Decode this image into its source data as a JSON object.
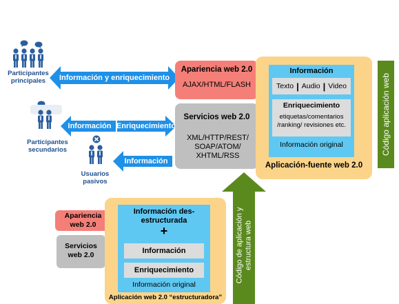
{
  "participants": {
    "principales": "Participantes principales",
    "secundarios": "Participantes secundarios",
    "pasivos": "Usuarios pasivos"
  },
  "arrows": {
    "info_enriquecimiento": "Información y enriquecimiento",
    "informacion_sec": "Información",
    "enriquecimiento_sec": "Enriquecimiento",
    "informacion_pas": "Información"
  },
  "apariencia_main": {
    "title": "Apariencia web 2.0",
    "tech": "AJAX/HTML/FLASH"
  },
  "servicios_main": {
    "title": "Servicios web 2.0",
    "tech": "XML/HTTP/REST/ SOAP/ATOM/ XHTML/RSS"
  },
  "fuente": {
    "informacion_title": "Información",
    "texto": "Texto",
    "audio": "Audio",
    "video": "Video",
    "separator": "|",
    "enriq_title": "Enriquecimiento",
    "enriq_desc": "etiquetas/comentarios /ranking/ revisiones etc.",
    "original": "Información original",
    "caption": "Aplicación-fuente web 2.0"
  },
  "codigo_aplicacion": "Código aplicación web",
  "codigo_estructura": "Código de aplicación y estructura web",
  "estructuradora": {
    "apariencia": "Apariencia web 2.0",
    "servicios": "Servicios web 2.0",
    "des_title": "Información des-estructurada",
    "plus": "+",
    "informacion": "Información",
    "enriquecimiento": "Enriquecimiento",
    "original": "Información original",
    "caption": "Aplicación web 2.0 “estructuradora”"
  },
  "colors": {
    "arrow_blue": "#1e90e8",
    "light_blue": "#5fc8f2",
    "orange_bg": "#fbd48a",
    "salmon": "#f47f78",
    "gray": "#bfbfbf",
    "green": "#5a8a1e",
    "people": "#2b5e9e"
  },
  "icons": [
    "person-icon",
    "speech-bubble-icon",
    "x-icon"
  ]
}
